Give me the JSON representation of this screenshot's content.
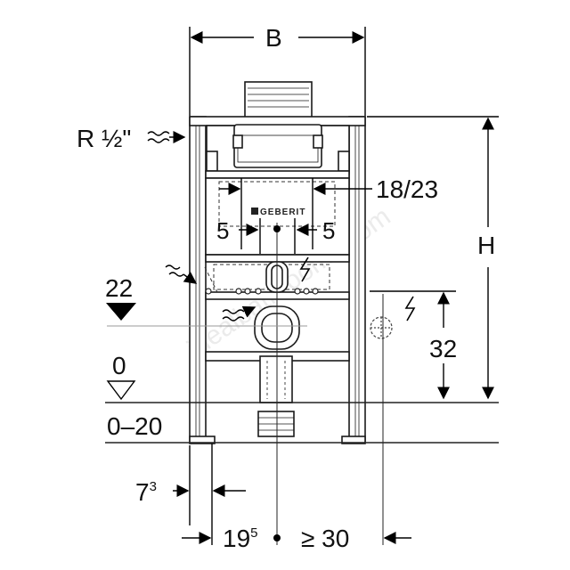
{
  "labels": {
    "width": "B",
    "thread": "R ½\"",
    "height": "H",
    "flush_range": "18/23",
    "left_offset": "5",
    "right_offset": "5",
    "level_22": "22",
    "level_0": "0",
    "floor_range": "0–20",
    "dim_32": "32",
    "frame_offset_base": "7",
    "frame_offset_sup": "3",
    "axis_offset_base": "19",
    "axis_offset_sup": "5",
    "min_distance": "≥ 30"
  },
  "logo": {
    "text": "GEBERIT"
  },
  "watermark": {
    "text": "idealbathrooms.com"
  },
  "colors": {
    "line": "#1a1a1a",
    "dim": "#000000",
    "background": "#ffffff"
  },
  "icons": [
    "water-supply-icon",
    "electric-icon",
    "triangle-level-icon"
  ]
}
